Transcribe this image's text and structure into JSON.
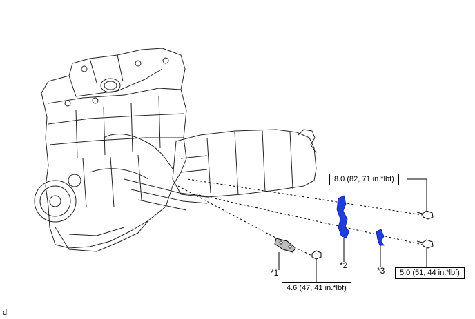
{
  "torque_specs": {
    "upper": "8.0 (82, 71 in.*lbf)",
    "right": "5.0 (51, 44 in.*lbf)",
    "lower": "4.6 (47, 41 in.*lbf)"
  },
  "callouts": {
    "c1": "*1",
    "c2": "*2",
    "c3": "*3"
  },
  "corner_id": "d",
  "colors": {
    "highlight": "#1f3fd6",
    "line": "#000000"
  }
}
